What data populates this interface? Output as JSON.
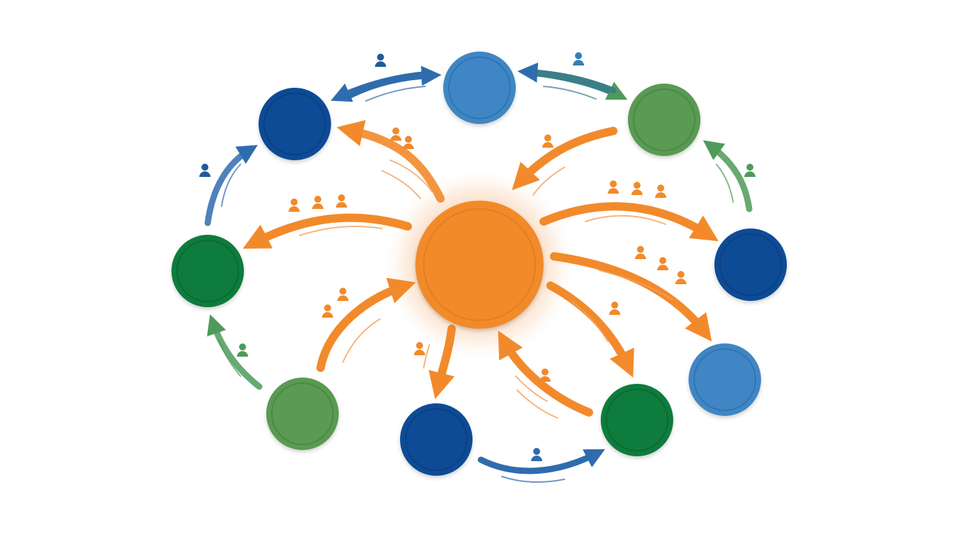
{
  "diagram": {
    "type": "hub-and-spoke network",
    "center_node": {
      "color": "#f28a2b",
      "glow_color": "#f7b27a"
    },
    "outer_nodes": [
      {
        "id": "n1",
        "color": "#3f86c4"
      },
      {
        "id": "n2",
        "color": "#5a9a52"
      },
      {
        "id": "n3",
        "color": "#0d4c96"
      },
      {
        "id": "n4",
        "color": "#3f86c4"
      },
      {
        "id": "n5",
        "color": "#0e7c3c"
      },
      {
        "id": "n6",
        "color": "#0d4c96"
      },
      {
        "id": "n7",
        "color": "#5a9a52"
      },
      {
        "id": "n8",
        "color": "#0e7c3c"
      },
      {
        "id": "n9",
        "color": "#0d4c96"
      }
    ],
    "colors": {
      "hub_arrow": "#f28a2b",
      "hub_people_icon": "#f28a2b",
      "ring_blue": "#2f6cad",
      "ring_green": "#4f9a5a"
    },
    "icons": [
      "people-group-icon",
      "person-icon",
      "arrow-head-icon"
    ]
  }
}
